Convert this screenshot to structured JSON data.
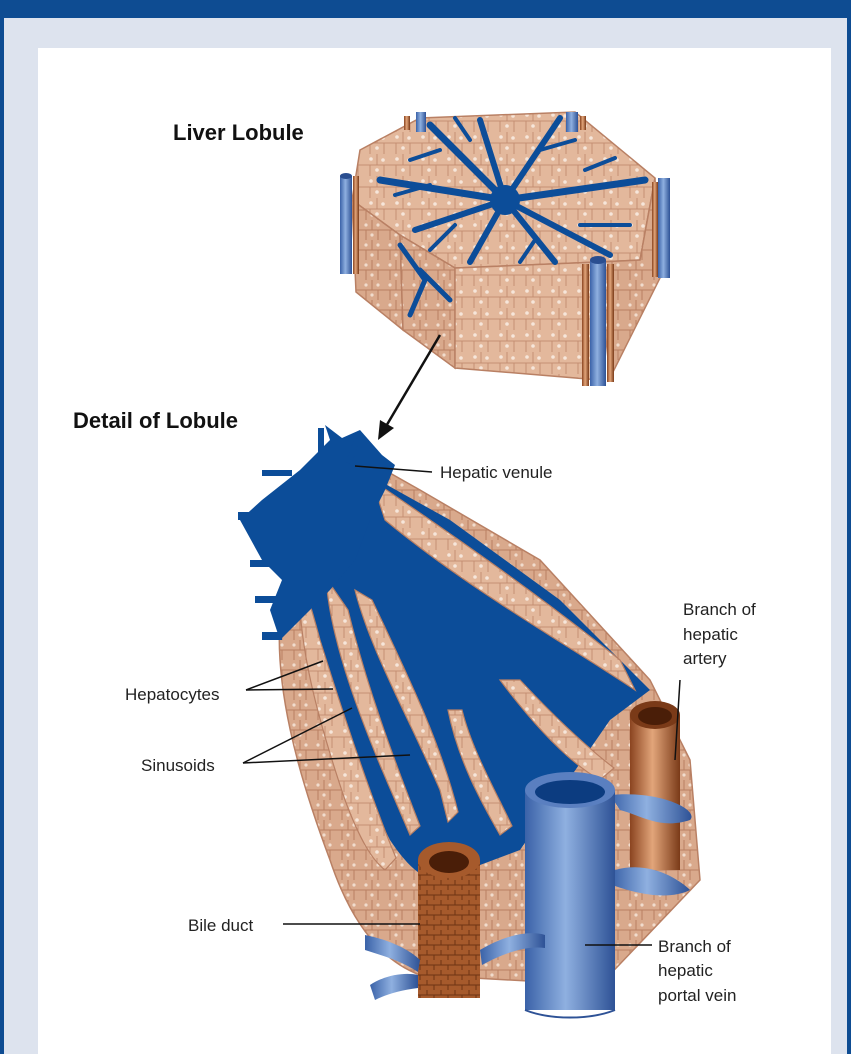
{
  "headings": {
    "liver_lobule": "Liver Lobule",
    "detail_of_lobule": "Detail of Lobule"
  },
  "labels": {
    "hepatic_venule": "Hepatic venule",
    "branch_artery_1": "Branch of",
    "branch_artery_2": "hepatic",
    "branch_artery_3": "artery",
    "hepatocytes": "Hepatocytes",
    "sinusoids": "Sinusoids",
    "bile_duct": "Bile duct",
    "branch_portal_1": "Branch of",
    "branch_portal_2": "hepatic",
    "branch_portal_3": "portal vein"
  },
  "colors": {
    "frame_blue": "#0e4c92",
    "frame_bg": "#dde3ee",
    "vessel_blue": "#0c4d99",
    "tissue": "#e3b89c",
    "artery_brown": "#8a4420"
  }
}
